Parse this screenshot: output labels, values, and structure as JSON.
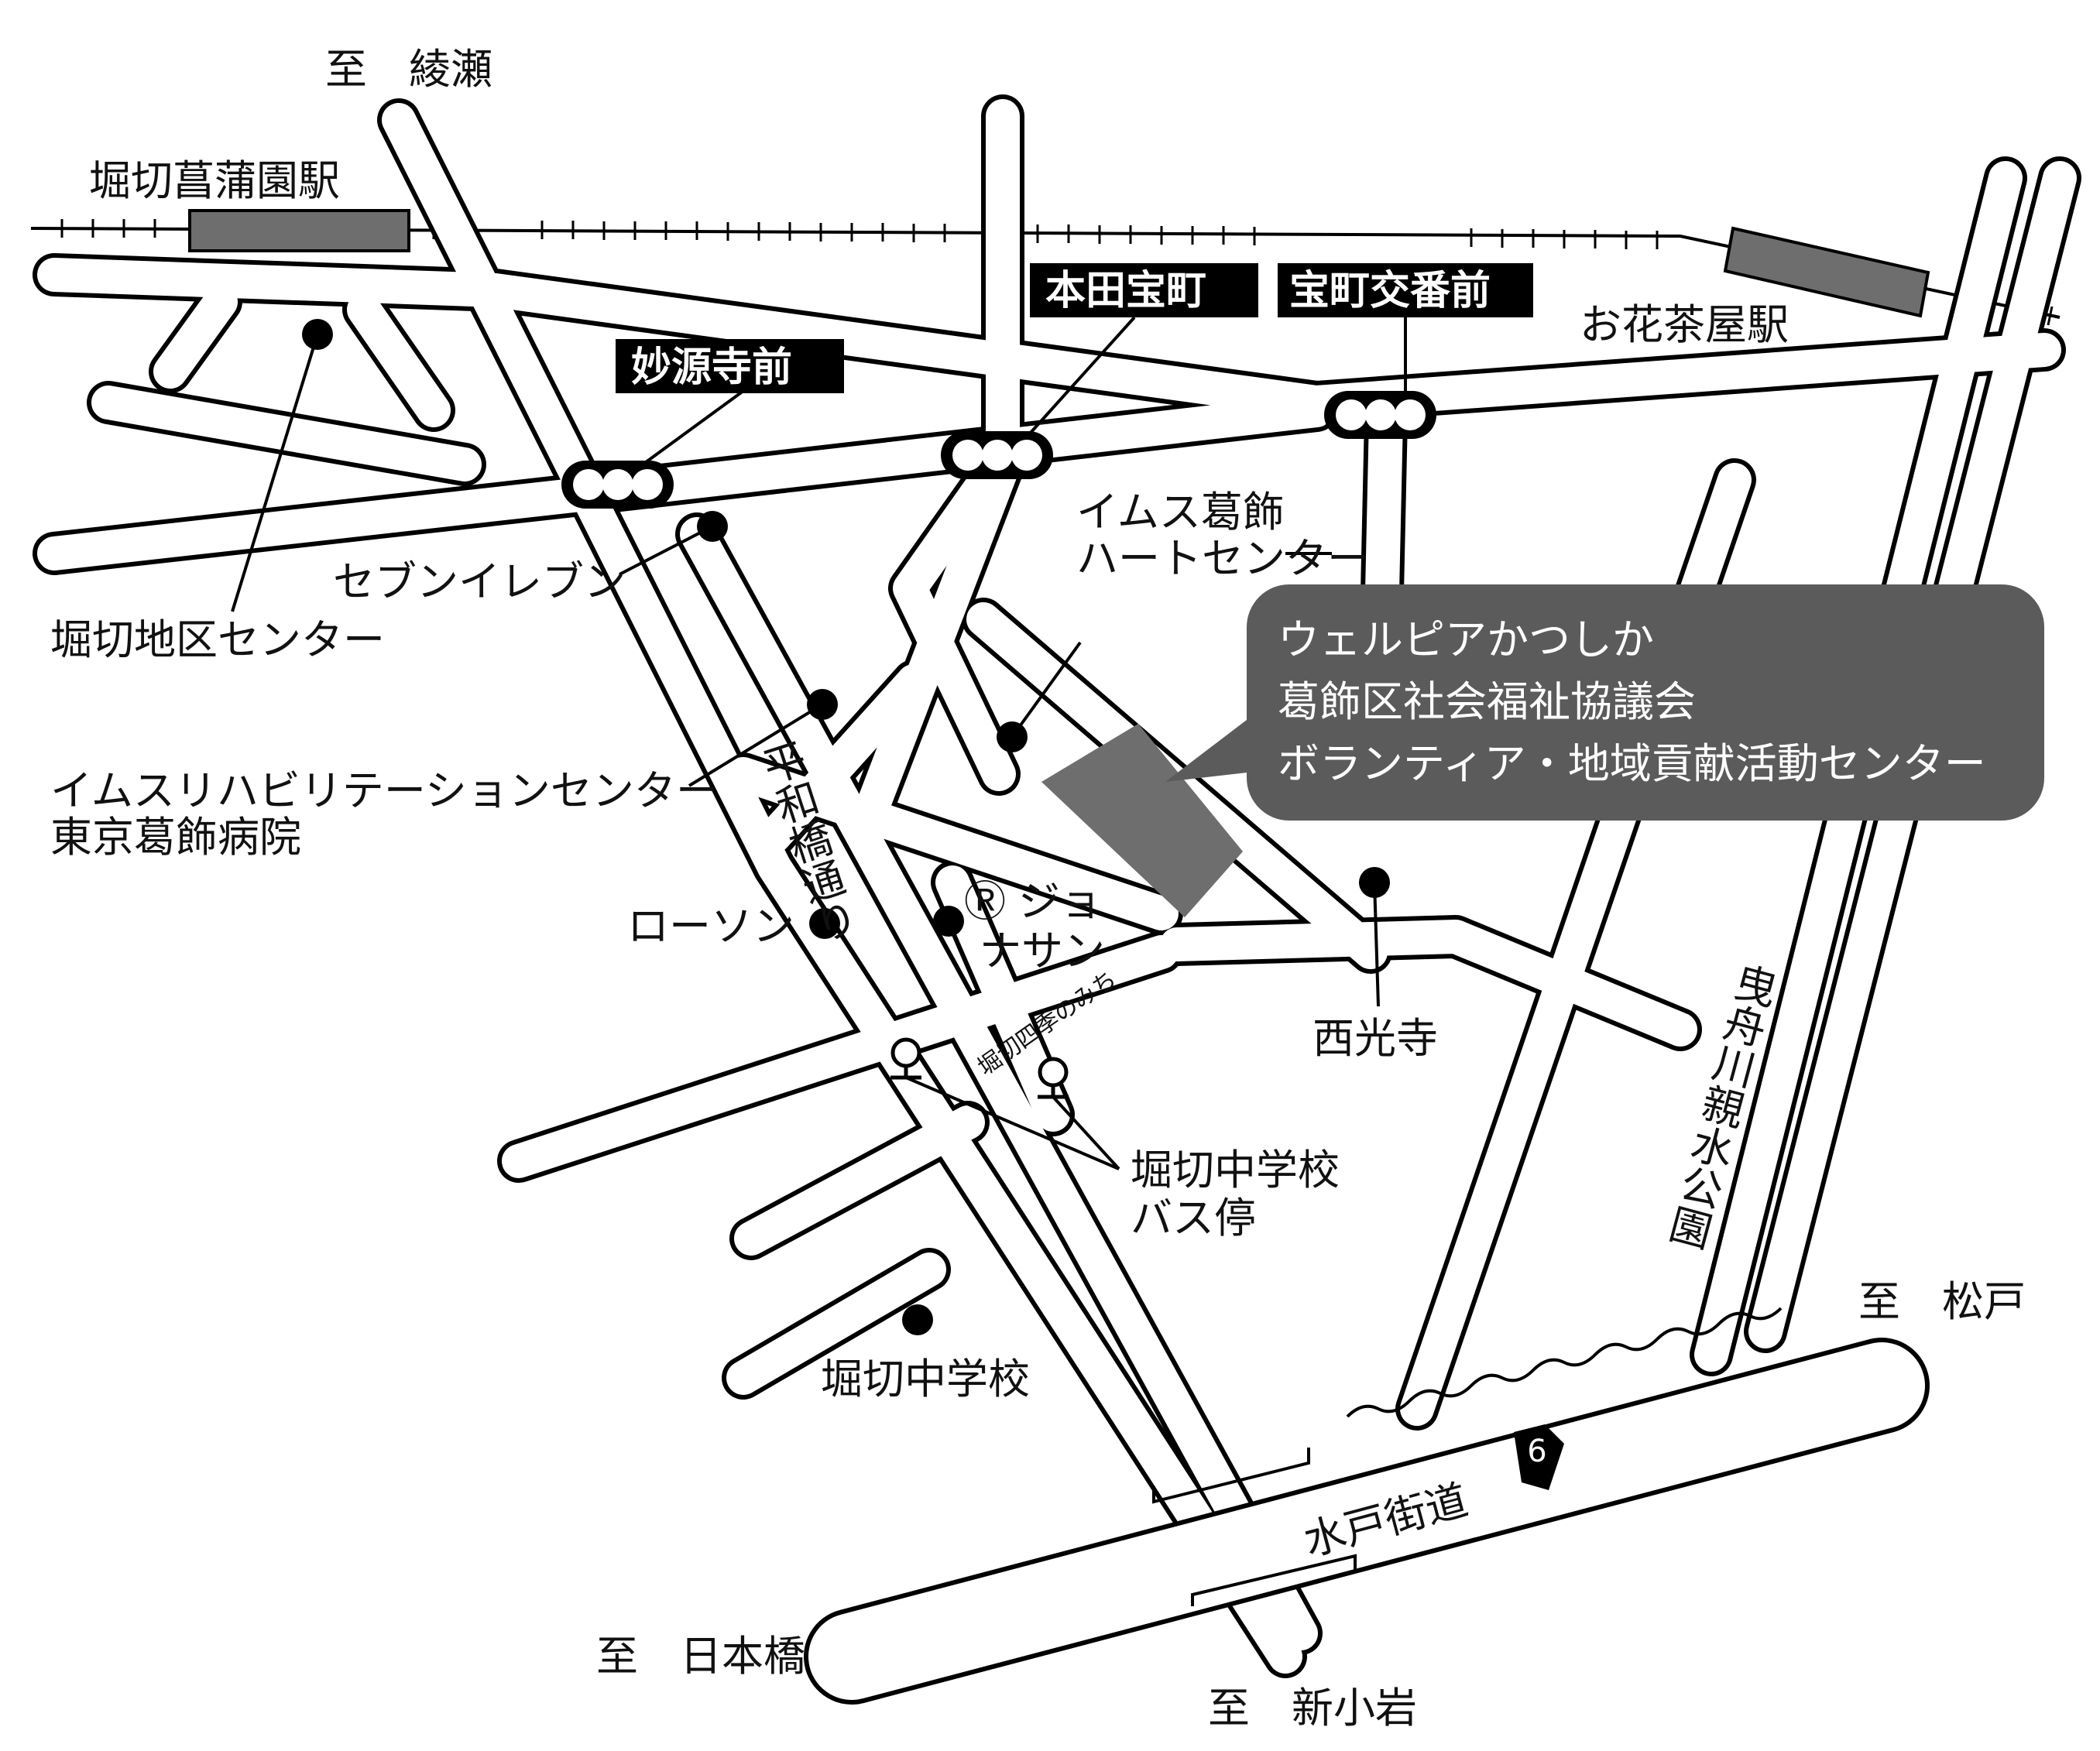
{
  "directions": {
    "ayase": "至　綾瀬",
    "matsudo": "至　松戸",
    "nihonbashi": "至　日本橋",
    "shinkoiwa": "至　新小岩"
  },
  "stations": {
    "horikiri_shobuen": "堀切菖蒲園駅",
    "ohanajaya": "お花茶屋駅"
  },
  "signals": {
    "myogenji_mae": "妙源寺前",
    "honda_takaramachi": "本田宝町",
    "takaramachi_koban_mae": "宝町交番前"
  },
  "landmarks": {
    "horikiri_chiku_center": "堀切地区センター",
    "seven_eleven": "セブンイレブン",
    "ims_heart_center_line1": "イムス葛飾",
    "ims_heart_center_line2": "ハートセンター",
    "ims_rehab_line1": "イムスリハビリテーションセンター",
    "ims_rehab_line2": "東京葛飾病院",
    "lawson": "ローソン",
    "jonathan_mark": "Ⓡ",
    "jonathan_line1": "ジョ",
    "jonathan_line2": "ナサン",
    "saikoji": "西光寺",
    "horikiri_jhs_busstop_line1": "堀切中学校",
    "horikiri_jhs_busstop_line2": "バス停",
    "horikiri_jhs": "堀切中学校"
  },
  "streets": {
    "heiwabashi_dori": "平和橋通り",
    "shiki_no_michi": "堀切四季のみち",
    "hikifune_park": "曳舟川親水公園",
    "mito_kaido": "水戸街道",
    "route_number": "6"
  },
  "callout": {
    "line1": "ウェルピアかつしか",
    "line2": "葛飾区社会福祉協議会",
    "line3": "ボランティア・地域貢献活動センター"
  },
  "colors": {
    "road_outline": "#000000",
    "target_building": "#6e6e6e",
    "station_block": "#6e6e6e",
    "callout_bg": "#5b5b5b",
    "label_bg": "#000000"
  }
}
